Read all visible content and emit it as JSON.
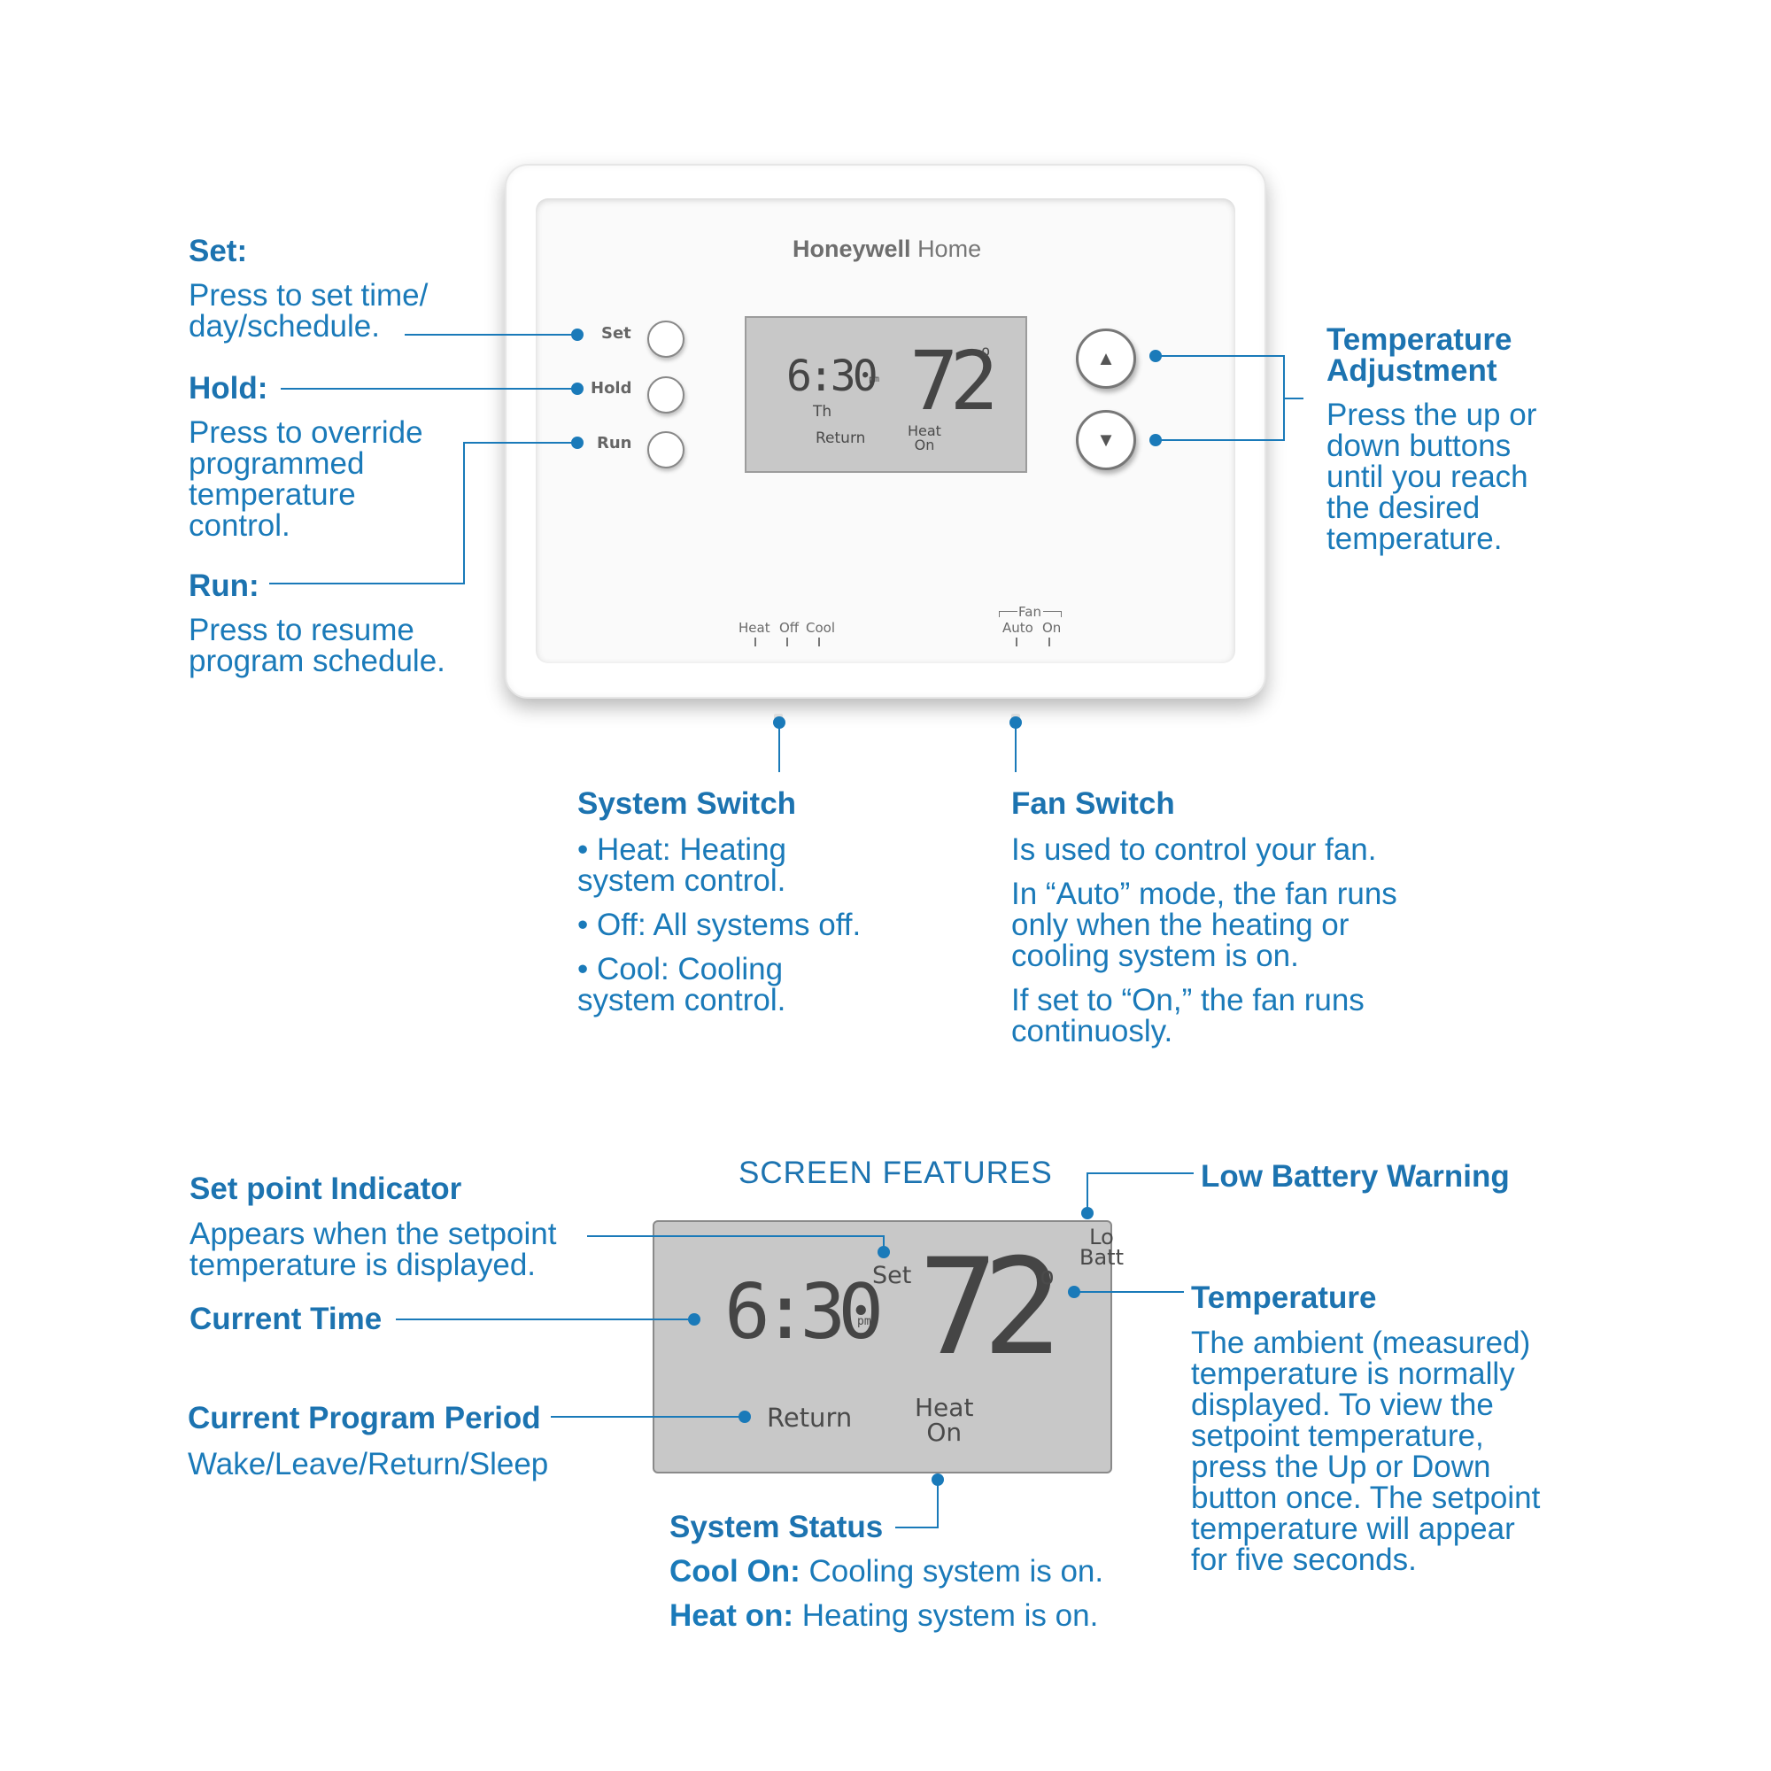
{
  "colors": {
    "callout": "#1a7ab9",
    "lcd": "#c8c8c8",
    "device": "#ffffff"
  },
  "device": {
    "brand_bold": "Honeywell",
    "brand_light": "Home",
    "buttons": [
      "Set",
      "Hold",
      "Run"
    ],
    "screen": {
      "time": "6:30",
      "pm": "pm",
      "day": "Th",
      "temp": "72",
      "degree": "o",
      "period": "Return",
      "status_line1": "Heat",
      "status_line2": "On"
    },
    "arrow_icons": [
      "up-arrow-icon",
      "down-arrow-icon"
    ],
    "system_switch": [
      "Heat",
      "Off",
      "Cool"
    ],
    "fan_switch": {
      "title": "Fan",
      "options": [
        "Auto",
        "On"
      ]
    }
  },
  "callouts": {
    "set": {
      "title": "Set:",
      "text": "Press to set time/\nday/schedule."
    },
    "hold": {
      "title": "Hold:",
      "text": "Press to override\nprogrammed\ntemperature\ncontrol."
    },
    "run": {
      "title": "Run:",
      "text": "Press to resume\nprogram schedule."
    },
    "temp_adjust": {
      "title": "Temperature\nAdjustment",
      "text": "Press the up or\ndown buttons\nuntil you reach\nthe desired\ntemperature."
    },
    "system_switch": {
      "title": "System Switch",
      "bullets": [
        "• Heat: Heating\n   system control.",
        "• Off: All systems off.",
        "• Cool: Cooling\n   system control."
      ]
    },
    "fan_switch": {
      "title": "Fan Switch",
      "p1": "Is used to control your fan.",
      "p2": "In “Auto” mode, the fan runs\nonly when the heating or\ncooling system is on.",
      "p3": "If set to “On,” the fan runs\ncontinuosly."
    }
  },
  "screen_features": {
    "heading": "SCREEN FEATURES",
    "lcd": {
      "time": "6:30",
      "pm": "pm",
      "set": "Set",
      "temp": "72",
      "degree": "o",
      "lo": "Lo",
      "batt": "Batt",
      "period": "Return",
      "status_line1": "Heat",
      "status_line2": "On"
    },
    "setpoint": {
      "title": "Set point Indicator",
      "text": "Appears when the setpoint\ntemperature is displayed."
    },
    "current_time": {
      "title": "Current Time"
    },
    "program_period": {
      "title": "Current Program Period",
      "text": "Wake/Leave/Return/Sleep"
    },
    "system_status": {
      "title": "System Status",
      "cool_bold": "Cool On:",
      "cool_text": " Cooling system is on.",
      "heat_bold": "Heat on:",
      "heat_text": " Heating system is on."
    },
    "low_battery": {
      "title": "Low Battery Warning"
    },
    "temperature": {
      "title": "Temperature",
      "text": "The ambient (measured)\ntemperature is normally\ndisplayed. To view the\nsetpoint temperature,\npress the Up or Down\nbutton once. The setpoint\ntemperature will appear\nfor five seconds."
    }
  }
}
